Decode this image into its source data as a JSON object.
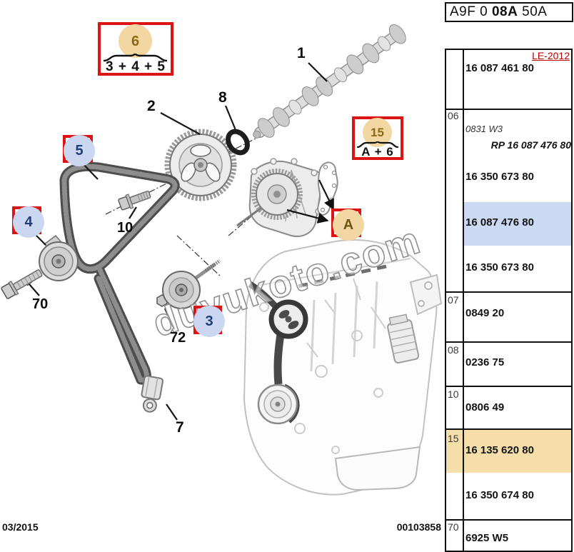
{
  "header": {
    "code_prefix": "A9F 0 ",
    "code_bold": "08A",
    "code_suffix": " 50A"
  },
  "table": {
    "le_label": "LE-2012",
    "rows": [
      {
        "ref": "",
        "lines": [
          {
            "text": "16 087 461 80",
            "style": "bold"
          }
        ]
      },
      {
        "ref": "06",
        "lines": [
          {
            "text": "0831 W3",
            "style": "italic"
          },
          {
            "text": "RP 16 087 476 80",
            "style": "bold-italic-right"
          },
          {
            "text": "16 350 673 80",
            "style": "bold"
          },
          {
            "text": "16 087 476 80",
            "style": "bold",
            "highlight": "blue"
          },
          {
            "text": "16 350 673 80",
            "style": "bold"
          }
        ]
      },
      {
        "ref": "07",
        "lines": [
          {
            "text": "0849 20",
            "style": "bold"
          }
        ]
      },
      {
        "ref": "08",
        "lines": [
          {
            "text": "0236 75",
            "style": "bold"
          }
        ]
      },
      {
        "ref": "10",
        "lines": [
          {
            "text": "0806 49",
            "style": "bold"
          }
        ]
      },
      {
        "ref": "15",
        "lines": [
          {
            "text": "16 135 620 80",
            "style": "bold",
            "highlight": "orange"
          },
          {
            "text": "16 350 674 80",
            "style": "bold"
          }
        ]
      },
      {
        "ref": "70",
        "lines": [
          {
            "text": "6925 W5",
            "style": "bold"
          }
        ]
      }
    ]
  },
  "callouts": {
    "kit6": {
      "number": "6",
      "formula": "3 + 4 + 5"
    },
    "kit15": {
      "number": "15",
      "formula": "A + 6"
    },
    "ref_a": {
      "letter": "A"
    },
    "ref5": {
      "number": "5"
    },
    "ref4": {
      "number": "4"
    },
    "ref3": {
      "number": "3"
    }
  },
  "labels": {
    "l1": "1",
    "l2": "2",
    "l8": "8",
    "l10": "10",
    "l70": "70",
    "l72": "72",
    "l7": "7"
  },
  "watermark": {
    "text": "duyukoto.com"
  },
  "footer": {
    "date": "03/2015",
    "doc_number": "00103858"
  },
  "colors": {
    "callout_border_red": "#dd1414",
    "kit_circle_tan": "#f2d7a2",
    "kit_number_brown": "#8a6a15",
    "ref_circle_blue": "#cbd7f0",
    "ref_number_navy": "#1e3d78",
    "row_highlight_blue": "#ccd9f2",
    "row_highlight_orange": "#f6deab",
    "le_label_red": "#c00000",
    "belt_dark": "#4d4d4d"
  }
}
